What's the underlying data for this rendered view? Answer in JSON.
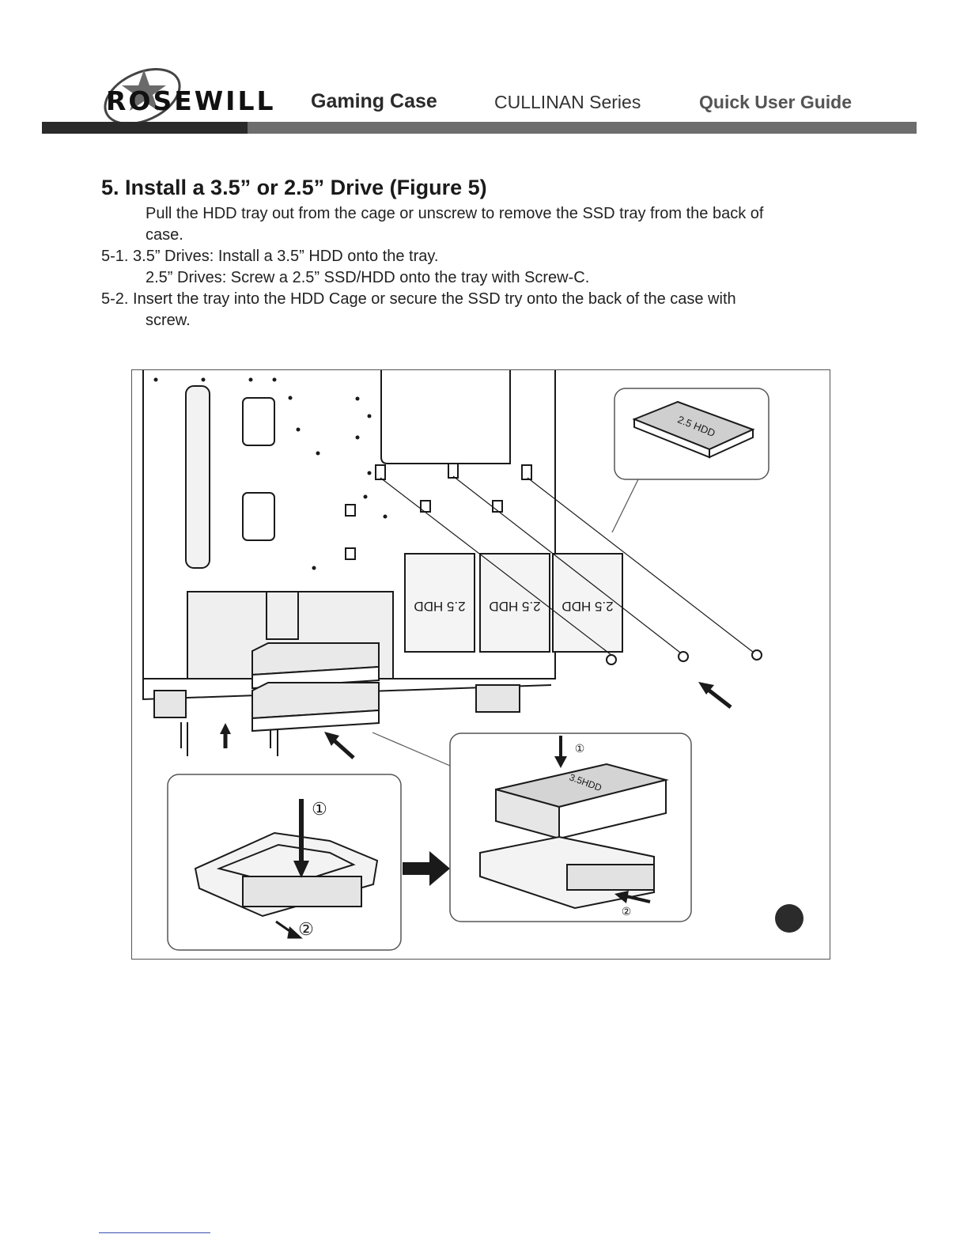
{
  "header": {
    "logo_text": "ROSEWILL",
    "logo_subtitle": "Gaming Case",
    "series": "CULLINAN Series",
    "guide_title": "Quick User Guide"
  },
  "section": {
    "title": "5. Install a 3.5” or 2.5” Drive (Figure 5)",
    "intro_line1": "Pull the HDD tray out from the cage or unscrew to remove the SSD tray from the back of",
    "intro_line2": "case.",
    "step1_line1": "5-1.   3.5” Drives: Install a 3.5” HDD onto the tray.",
    "step1_line2": "2.5” Drives: Screw a 2.5” SSD/HDD onto the tray with Screw-C.",
    "step2_line1": "5-2.  Insert the tray into the HDD Cage or secure the SSD try onto the back of the case with",
    "step2_line2": "screw."
  },
  "figure": {
    "hdd25_label": "2.5 HDD",
    "hdd35_label": "3.5HDD",
    "step_marker_1": "①",
    "step_marker_2": "②",
    "colors": {
      "line": "#1a1a1a",
      "fill_light": "#e6e6e6",
      "fill_mid": "#cfcfcf",
      "badge": "#2b2b2b"
    }
  }
}
